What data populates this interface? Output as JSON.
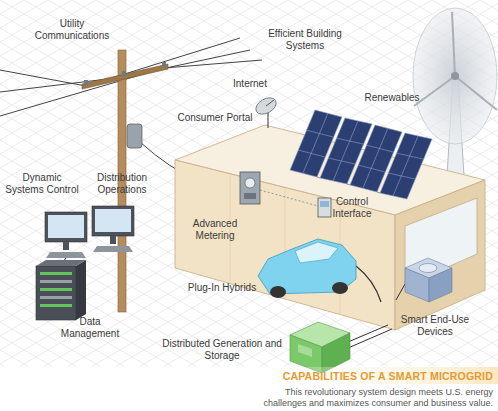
{
  "diagram": {
    "title": "CAPABILITIES OF A SMART MICROGRID",
    "caption": "This revolutionary system design meets U.S. energy challenges and maximizes consumer and business value.",
    "labels": [
      "Utility Communications",
      "Efficient Building Systems",
      "Internet",
      "Renewables",
      "Consumer Portal",
      "Dynamic Systems Control",
      "Distribution Operations",
      "Control Interface",
      "Advanced Metering",
      "Plug-In Hybrids",
      "Data Management",
      "Smart End-Use Devices",
      "Distributed Generation and Storage"
    ]
  }
}
